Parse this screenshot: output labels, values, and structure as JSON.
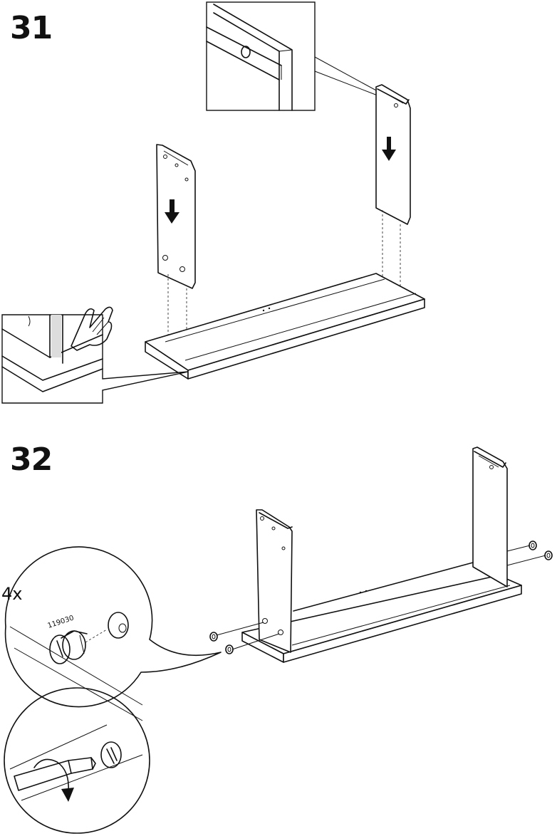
{
  "steps": [
    {
      "number": "31"
    },
    {
      "number": "32"
    }
  ],
  "callout": {
    "quantity": "4x",
    "part_number": "119030"
  },
  "icons": [
    "pointing-hand-icon",
    "down-arrow-icon",
    "rotation-arrow-icon",
    "cam-lock-fitting-icon",
    "screwdriver-icon"
  ]
}
